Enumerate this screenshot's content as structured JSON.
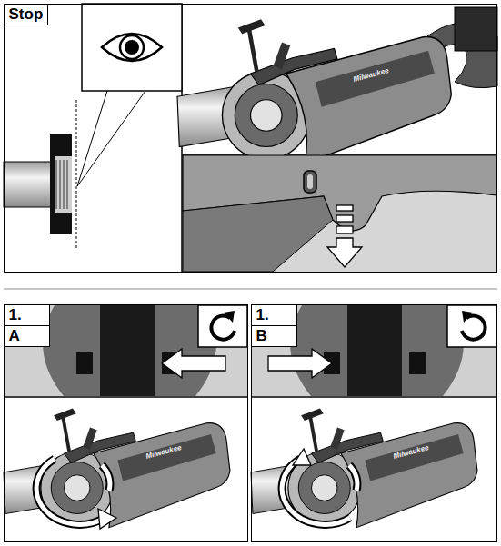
{
  "diagram": {
    "nodes": [
      {
        "text": [
          "Stop"
        ]
      },
      {
        "text": [
          "1.",
          "A"
        ]
      },
      {
        "text": [
          "1.",
          "B"
        ]
      }
    ],
    "labels": [
      "Milwaukee",
      "Milwaukee",
      "Milwaukee"
    ]
  }
}
